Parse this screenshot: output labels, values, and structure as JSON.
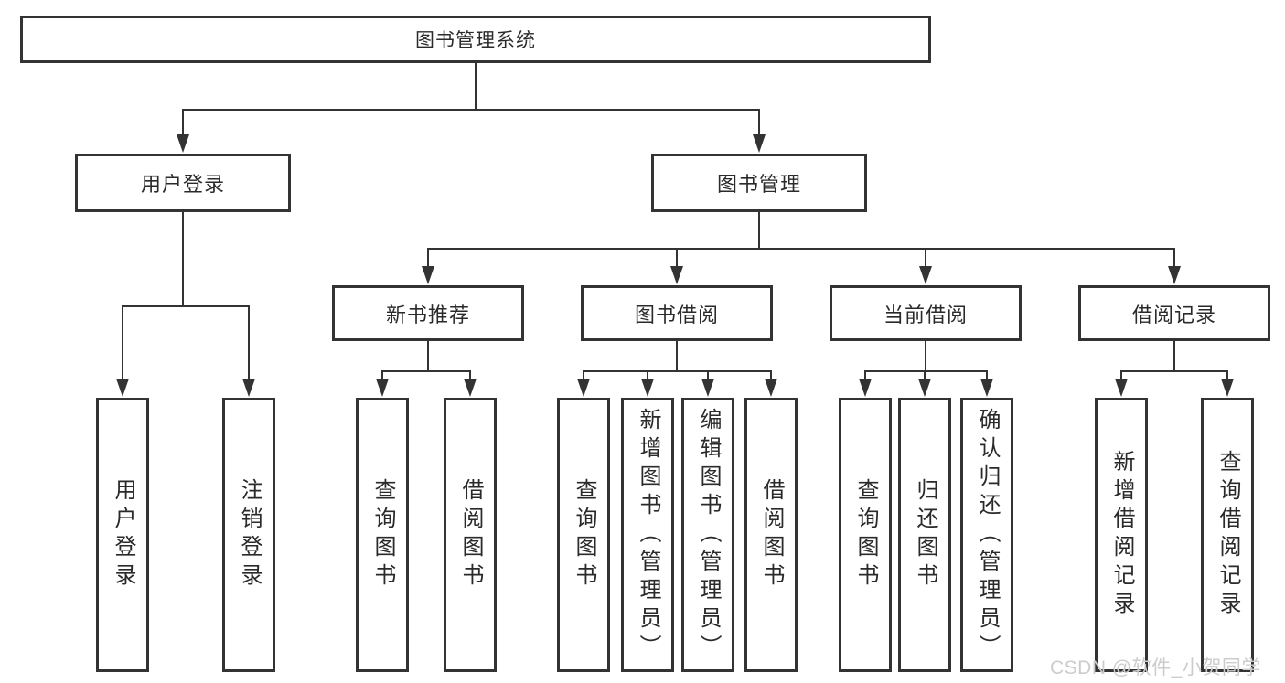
{
  "tree": {
    "root": "图书管理系统",
    "level1": [
      {
        "label": "用户登录",
        "children": [
          "用户登录",
          "注销登录"
        ]
      },
      {
        "label": "图书管理",
        "children": [
          {
            "label": "新书推荐",
            "children": [
              "查询图书",
              "借阅图书"
            ]
          },
          {
            "label": "图书借阅",
            "children": [
              "查询图书",
              "新增图书（管理员）",
              "编辑图书（管理员）",
              "借阅图书"
            ]
          },
          {
            "label": "当前借阅",
            "children": [
              "查询图书",
              "归还图书",
              "确认归还（管理员）"
            ]
          },
          {
            "label": "借阅记录",
            "children": [
              "新增借阅记录",
              "查询借阅记录"
            ]
          }
        ]
      }
    ]
  },
  "watermark": "CSDN @软件_小贺同学",
  "colors": {
    "line": "#333333",
    "background": "#ffffff",
    "box_fill": "#ffffff",
    "watermark": "#cccccc"
  }
}
